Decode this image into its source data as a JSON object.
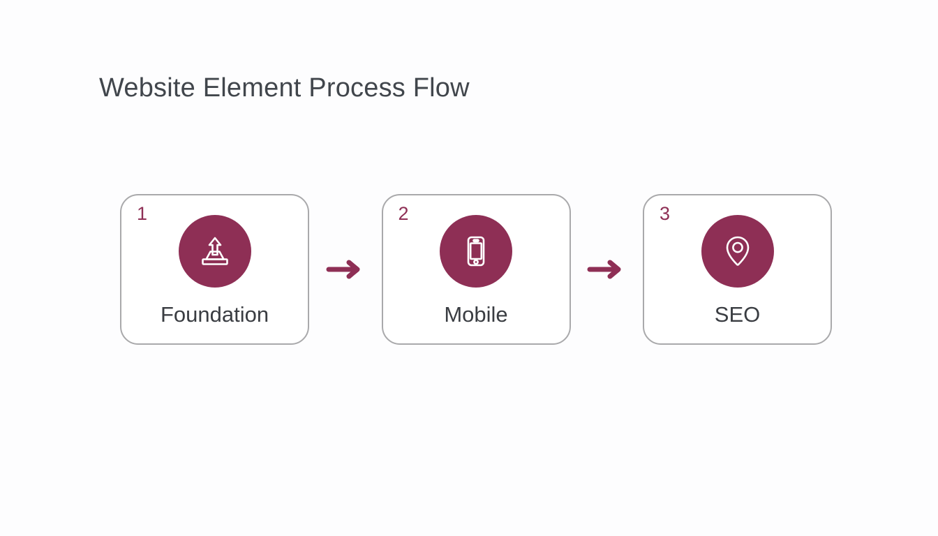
{
  "page": {
    "title": "Website Element Process Flow",
    "background_color": "#fdfdfe",
    "title_color": "#41464c"
  },
  "theme": {
    "accent_color": "#8e2f55",
    "card_border_color": "#a9a9ab",
    "card_background": "#ffffff",
    "label_color": "#3a3d42",
    "icon_color": "#ffffff"
  },
  "flow": {
    "steps": [
      {
        "number": "1",
        "label": "Foundation",
        "icon": "upload-platform-icon"
      },
      {
        "number": "2",
        "label": "Mobile",
        "icon": "smartphone-icon"
      },
      {
        "number": "3",
        "label": "SEO",
        "icon": "map-pin-icon"
      }
    ],
    "connectors": [
      {
        "icon": "arrow-right-icon"
      },
      {
        "icon": "arrow-right-icon"
      }
    ]
  }
}
